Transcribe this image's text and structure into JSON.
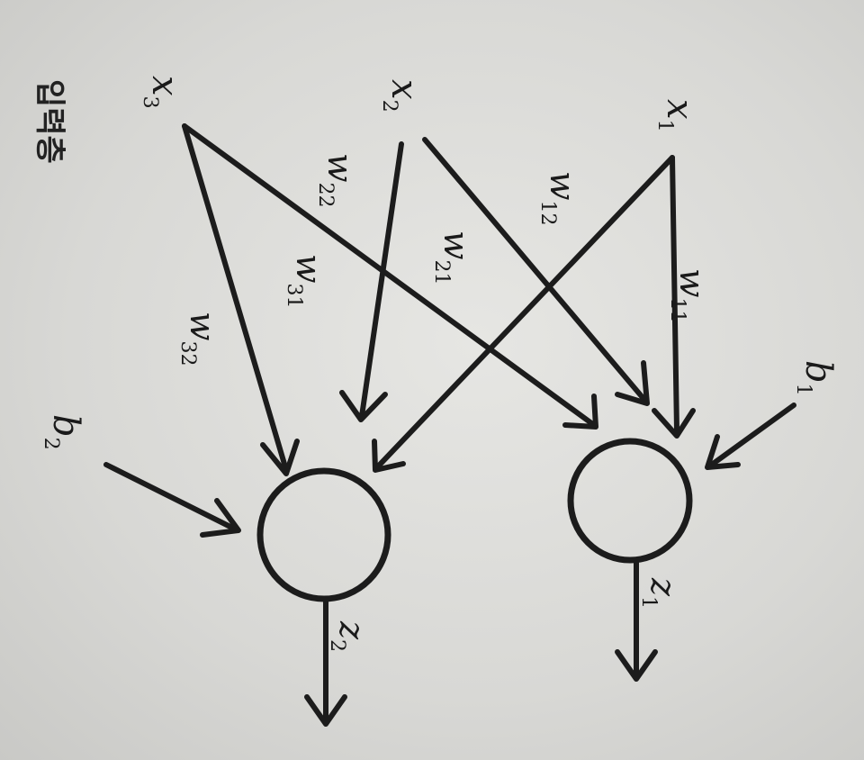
{
  "diagram": {
    "caption": "입력층",
    "inputs": [
      {
        "id": "x1",
        "base": "x",
        "sub": "1"
      },
      {
        "id": "x2",
        "base": "x",
        "sub": "2"
      },
      {
        "id": "x3",
        "base": "x",
        "sub": "3"
      }
    ],
    "biases": [
      {
        "id": "b1",
        "base": "b",
        "sub": "1"
      },
      {
        "id": "b2",
        "base": "b",
        "sub": "2"
      }
    ],
    "outputs": [
      {
        "id": "z1",
        "base": "z",
        "sub": "1"
      },
      {
        "id": "z2",
        "base": "z",
        "sub": "2"
      }
    ],
    "weights": [
      {
        "id": "w11",
        "base": "w",
        "sub": "11"
      },
      {
        "id": "w12",
        "base": "w",
        "sub": "12"
      },
      {
        "id": "w21",
        "base": "w",
        "sub": "21"
      },
      {
        "id": "w22",
        "base": "w",
        "sub": "22"
      },
      {
        "id": "w31",
        "base": "w",
        "sub": "31"
      },
      {
        "id": "w32",
        "base": "w",
        "sub": "32"
      }
    ]
  }
}
